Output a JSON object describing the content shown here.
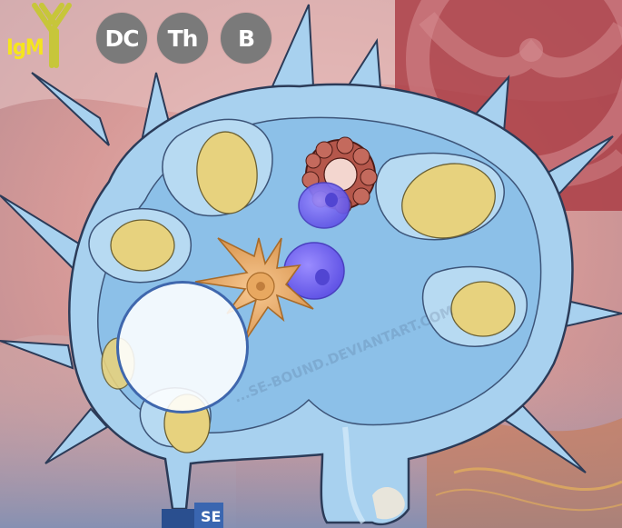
{
  "hud": {
    "antibody": {
      "label": "IgM",
      "icon": "antibody-y-icon"
    },
    "cell_buttons": [
      {
        "label": "DC"
      },
      {
        "label": "Th"
      },
      {
        "label": "B"
      }
    ]
  },
  "scene": {
    "organ": "lymph-node",
    "cells": [
      "dendritic-cell",
      "b-cell",
      "b-cell",
      "plasma-cell-cluster"
    ],
    "selector": "selection-circle"
  },
  "watermark": "...SE-BOUND.DEVIANTART.COM",
  "colors": {
    "node_blue": "#a8d1ef",
    "node_outline": "#2b3b58",
    "follicle_yellow": "#e7d27e",
    "button_gray": "#7a7a7a",
    "igm_yellow": "#f5e51e",
    "selector_ring": "#3f67ad"
  }
}
